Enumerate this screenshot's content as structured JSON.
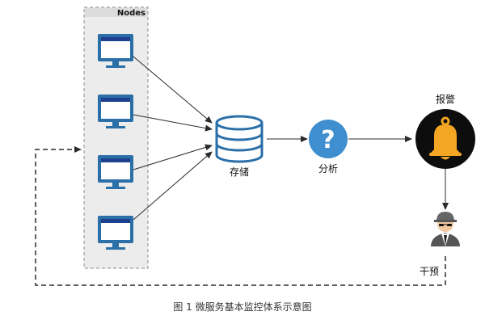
{
  "diagram": {
    "nodes_group_label": "Nodes",
    "storage_label": "存储",
    "analysis_label": "分析",
    "alarm_label": "报警",
    "intervene_label": "干预",
    "analysis_glyph": "?",
    "icons": {
      "monitor": "monitor-icon",
      "database": "database-icon",
      "question": "question-icon",
      "bell": "bell-icon",
      "operator": "spy-person-icon"
    },
    "colors": {
      "group_fill": "#ececec",
      "group_border": "#8a8a8a",
      "monitor_frame": "#2a6fa8",
      "monitor_screen": "#ffffff",
      "monitor_titlebar": "#1f3f8f",
      "database_stroke": "#2a6fa8",
      "question_fill": "#3f8ecf",
      "bell_bg": "#0d0d0d",
      "bell_fill": "#f2a623",
      "arrow": "#2b2b2b"
    }
  },
  "caption": "图 1   微服务基本监控体系示意图"
}
